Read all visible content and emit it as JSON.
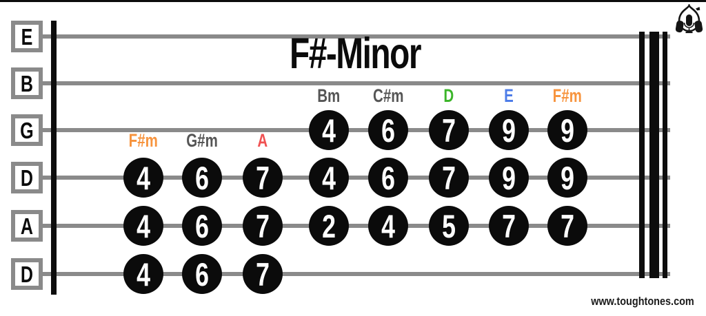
{
  "title": "F#-Minor",
  "website": "www.toughtones.com",
  "string_labels": [
    "E",
    "B",
    "G",
    "D",
    "A",
    "D"
  ],
  "chord_labels": {
    "upper": [
      {
        "text": "Bm",
        "color": "#555555"
      },
      {
        "text": "C#m",
        "color": "#555555"
      },
      {
        "text": "D",
        "color": "#3cb52a"
      },
      {
        "text": "E",
        "color": "#4d7ce8"
      },
      {
        "text": "F#m",
        "color": "#f7943e"
      }
    ],
    "lower": [
      {
        "text": "F#m",
        "color": "#f7943e"
      },
      {
        "text": "G#m",
        "color": "#555555"
      },
      {
        "text": "A",
        "color": "#f05152"
      }
    ]
  },
  "fretboard": {
    "g_string": [
      "4",
      "6",
      "7",
      "9",
      "9"
    ],
    "d_string": [
      "4",
      "6",
      "7",
      "4",
      "6",
      "7",
      "9",
      "9"
    ],
    "a_string": [
      "4",
      "6",
      "7",
      "2",
      "4",
      "5",
      "7",
      "7"
    ],
    "low_d_string": [
      "4",
      "6",
      "7"
    ]
  },
  "icons": {
    "logo": "headphones-mic-logo"
  },
  "colors": {
    "string": "#8a8a8a",
    "note_fill": "#0b0b0b",
    "note_text": "#ffffff",
    "nut": "#0d0d0d"
  }
}
